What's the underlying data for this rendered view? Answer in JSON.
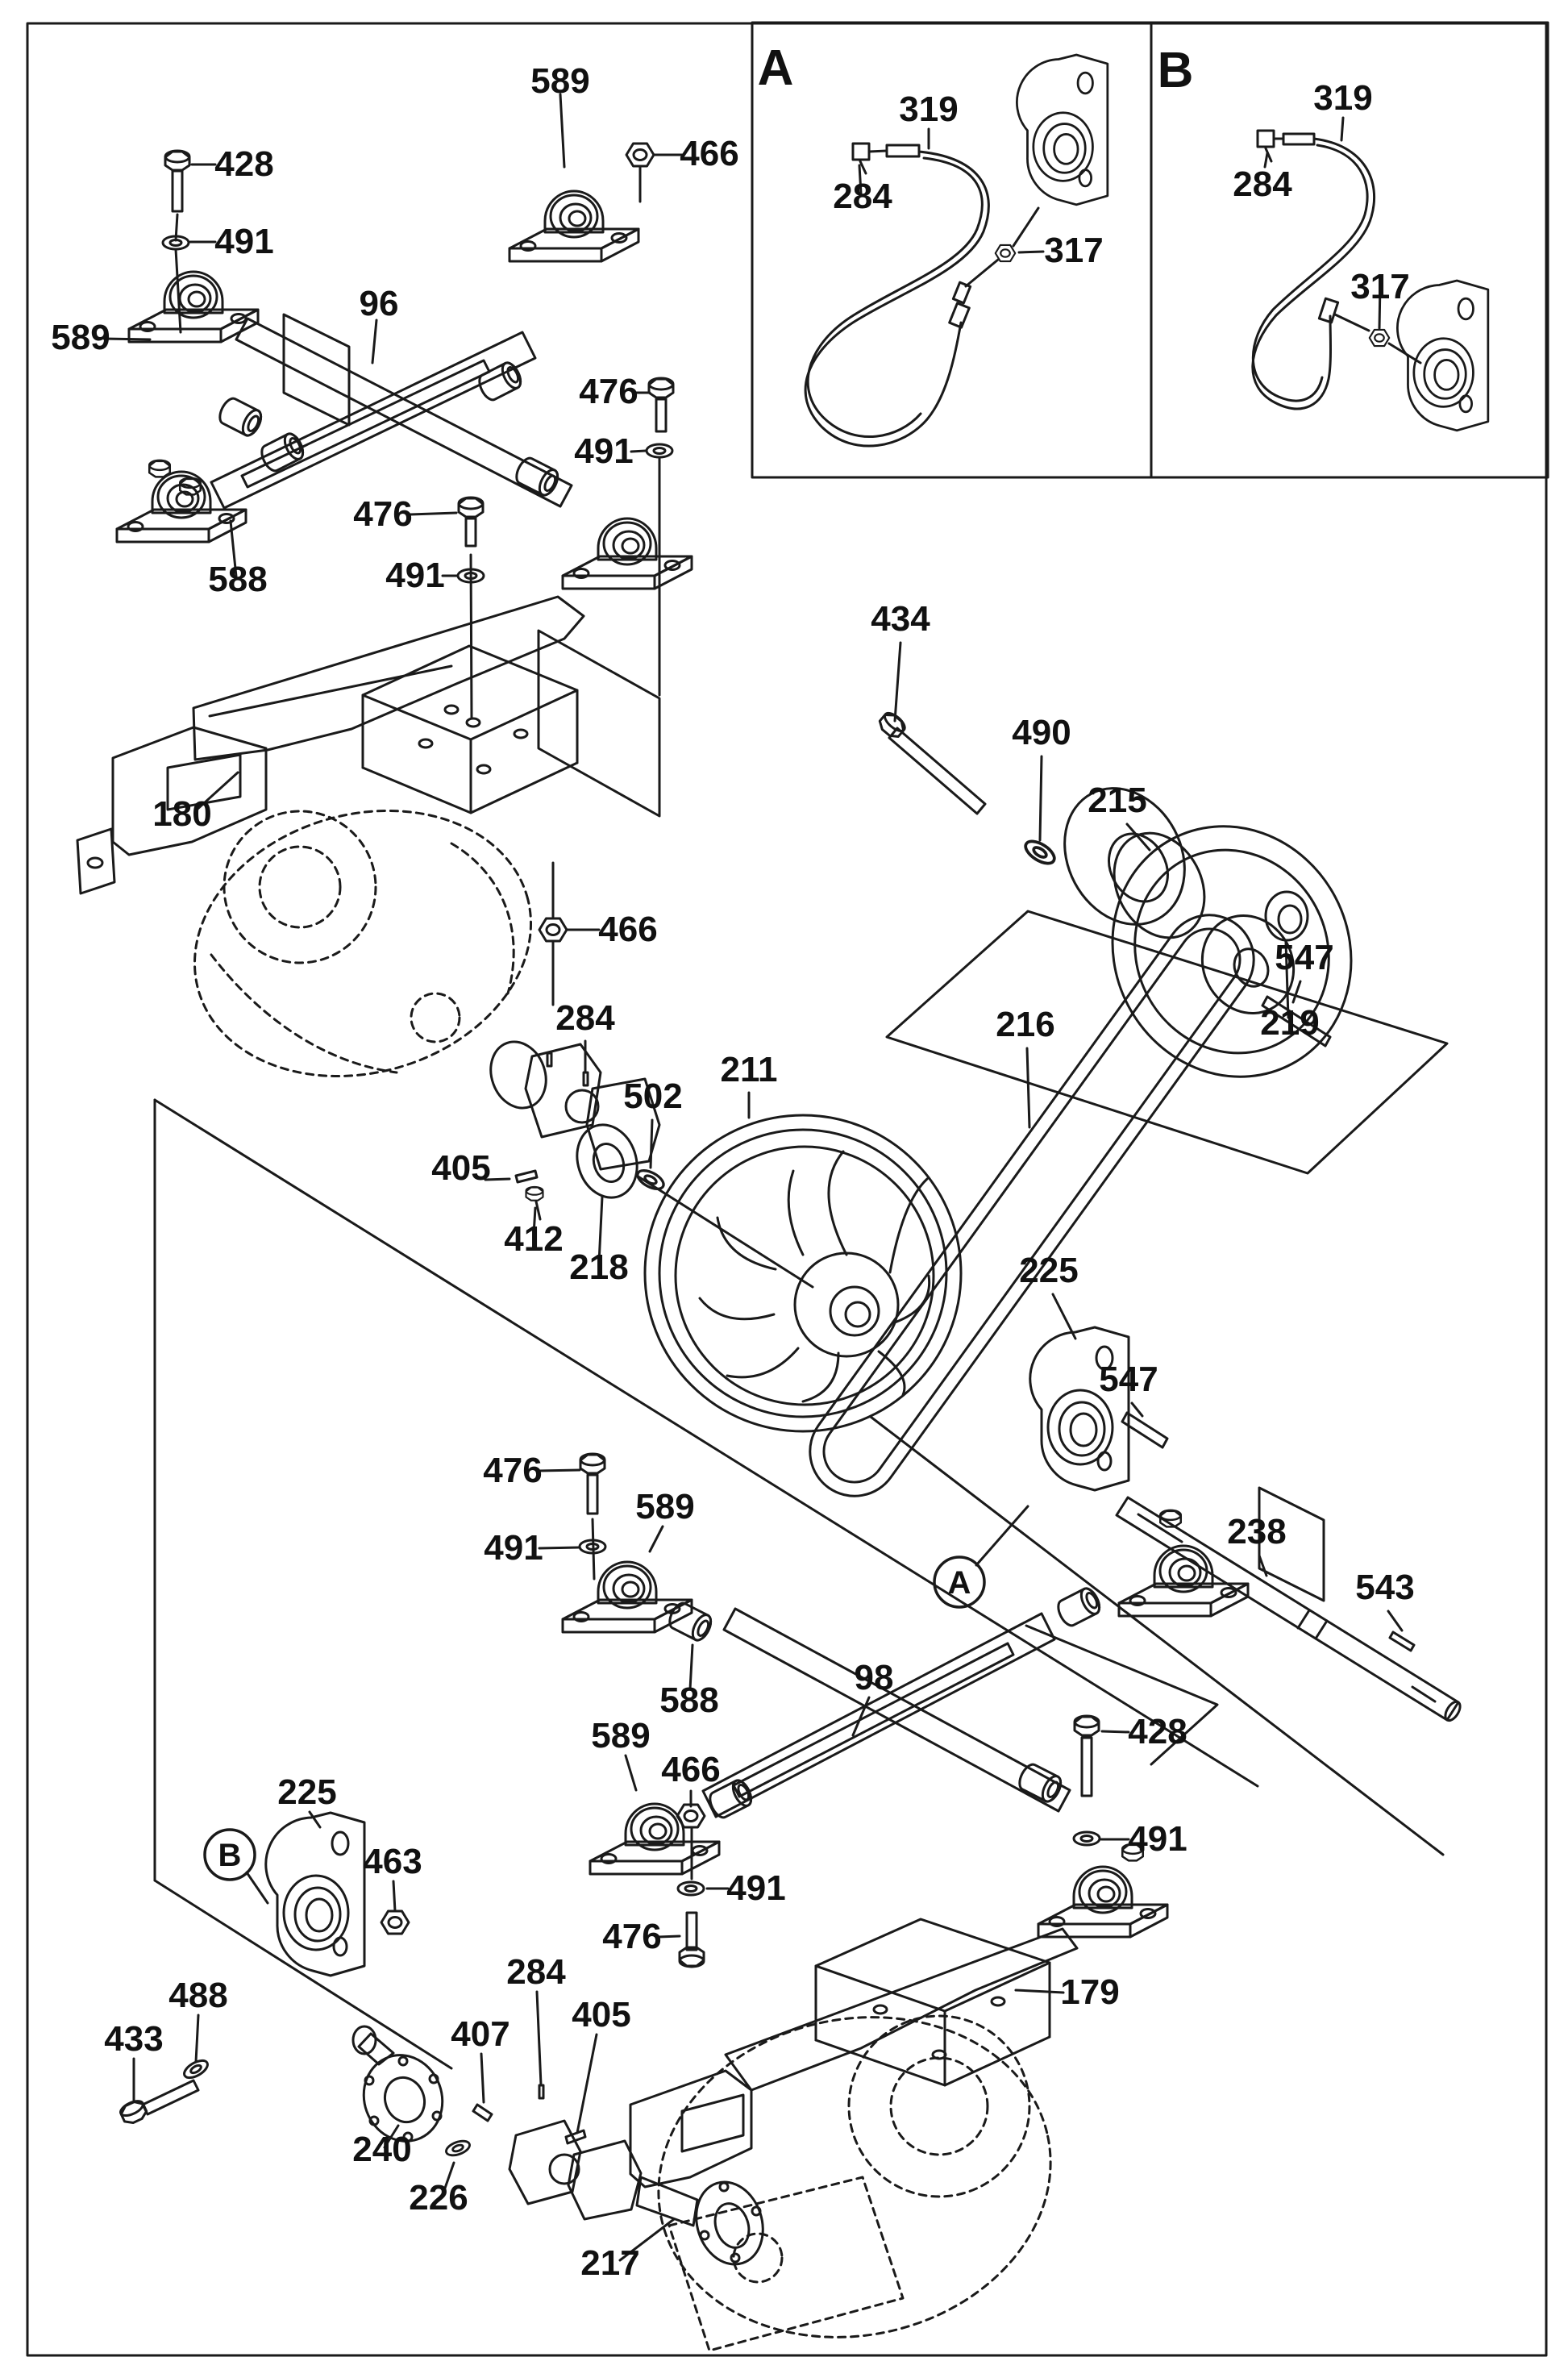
{
  "figure": {
    "type": "exploded-parts-diagram",
    "description": "Chassis / drive shaft exploded view with bearing housings, shafts, pulleys, belt, engines (phantom dashed) and two cable inset details",
    "background": "#ffffff",
    "line_color": "#1a1a1a"
  },
  "insets": [
    {
      "id": "A",
      "letter": "A",
      "parts": [
        "319",
        "284",
        "317"
      ]
    },
    {
      "id": "B",
      "letter": "B",
      "parts": [
        "319",
        "284",
        "317"
      ]
    }
  ],
  "part_numbers_visible": [
    "96",
    "98",
    "179",
    "180",
    "211",
    "215",
    "216",
    "217",
    "218",
    "219",
    "225",
    "226",
    "238",
    "240",
    "284",
    "317",
    "319",
    "405",
    "407",
    "412",
    "428",
    "433",
    "434",
    "463",
    "466",
    "476",
    "488",
    "490",
    "491",
    "502",
    "543",
    "547",
    "588",
    "589"
  ],
  "labels": {
    "n589a": "589",
    "n466a": "466",
    "n428a": "428",
    "n491a": "491",
    "n96": "96",
    "n589b": "589",
    "n476a": "476",
    "n491b": "491",
    "n588a": "588",
    "n476b": "476",
    "n491c": "491",
    "n180": "180",
    "n466b": "466",
    "n434": "434",
    "n490": "490",
    "n215": "215",
    "n547a": "547",
    "n219": "219",
    "n216": "216",
    "n284m": "284",
    "n502": "502",
    "n211": "211",
    "n405a": "405",
    "n412": "412",
    "n218": "218",
    "n225a": "225",
    "nAcirc": "A",
    "n547b": "547",
    "n238": "238",
    "n543": "543",
    "n428b": "428",
    "n491f": "491",
    "n179": "179",
    "n476c": "476",
    "n589c": "589",
    "n491u": "491",
    "n98": "98",
    "n588b": "588",
    "n589l": "589",
    "n466d": "466",
    "n491g": "491",
    "n476e": "476",
    "n405b": "405",
    "n225b": "225",
    "nBcirc": "B",
    "n463": "463",
    "n488": "488",
    "n433": "433",
    "n240": "240",
    "n226": "226",
    "n407": "407",
    "n284b": "284",
    "n217": "217",
    "insetA_letter": "A",
    "nA319": "319",
    "nA284": "284",
    "nA317": "317",
    "insetB_letter": "B",
    "nB319": "319",
    "nB284": "284",
    "nB317": "317"
  }
}
